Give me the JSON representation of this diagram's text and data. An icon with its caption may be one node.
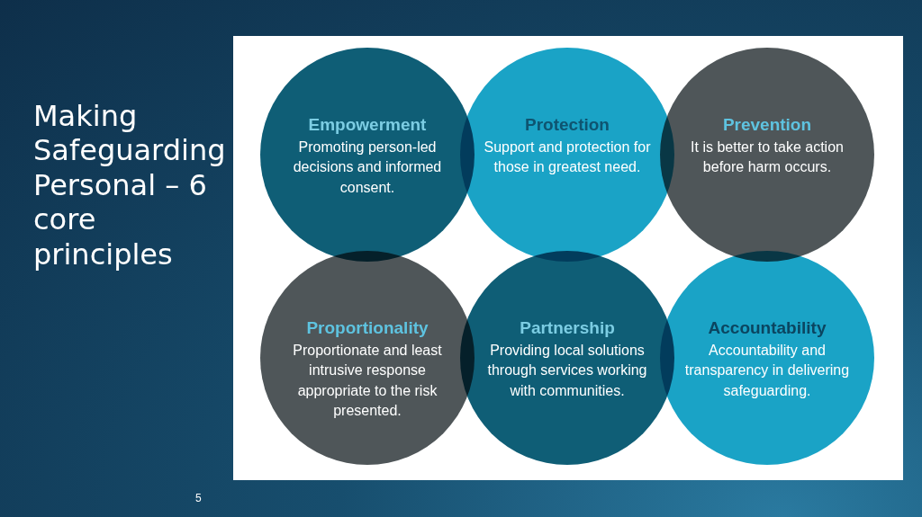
{
  "diagram": {
    "title": "Making Safeguarding Personal – 6 core principles",
    "nodes": [
      {
        "text": [
          "Empowerment",
          "Promoting person-led decisions and informed consent."
        ]
      },
      {
        "text": [
          "Protection",
          "Support and protection for those in greatest need."
        ]
      },
      {
        "text": [
          "Prevention",
          "It is better to take action before harm occurs."
        ]
      },
      {
        "text": [
          "Proportionality",
          "Proportionate and least intrusive response appropriate to the risk presented."
        ]
      },
      {
        "text": [
          "Partnership",
          "Providing local solutions through services working with communities."
        ]
      },
      {
        "text": [
          "Accountability",
          "Accountability and transparency in delivering safeguarding."
        ]
      }
    ],
    "labels": [
      "5"
    ]
  }
}
